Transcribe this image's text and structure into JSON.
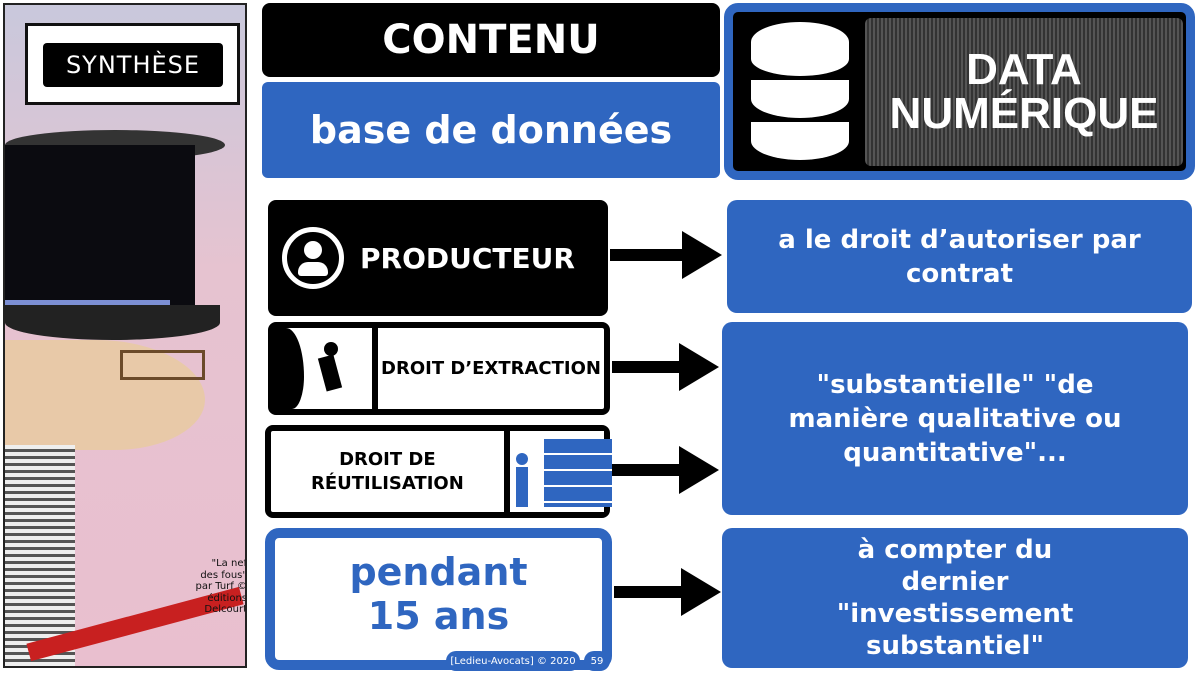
{
  "comic": {
    "bubble": "SYNTHÈSE",
    "credit": "\"La nef des fous\" par Turf © éditions Delcourt"
  },
  "header": {
    "title": "CONTENU",
    "subtitle": "base de données",
    "badge_line1": "DATA",
    "badge_line2": "NUMÉRIQUE"
  },
  "rows": [
    {
      "label": "PRODUCTEUR",
      "result": "a le droit d’autoriser par contrat"
    },
    {
      "label": "DROIT D’EXTRACTION"
    },
    {
      "label": "DROIT DE RÉUTILISATION",
      "result": "\"substantielle\" \"de manière qualitative ou quantitative\"..."
    },
    {
      "label": "pendant 15 ans",
      "result": "à compter du dernier \"investissement substantiel\""
    }
  ],
  "footer": {
    "copyright": "[Ledieu-Avocats] © 2020",
    "page": "59"
  },
  "colors": {
    "accent": "#2f66c0"
  }
}
